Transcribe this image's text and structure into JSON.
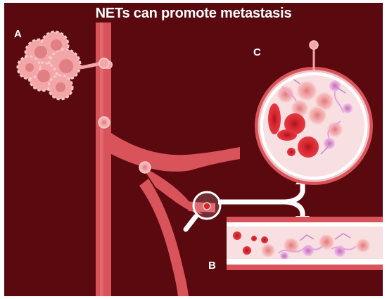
{
  "title": "NETs can promote metastasis",
  "panels": {
    "a": "A",
    "b": "B",
    "c": "C"
  },
  "colors": {
    "background": "#5a0a0f",
    "vessel": "#d9535a",
    "vessel_highlight": "#e47278",
    "vessel_lumen": "#f6d9dc",
    "tumor_cell": "#f0a5a6",
    "red_blood_cell": "#d8262f",
    "net_fibers": "#e6a4d8",
    "arrow": "#ffffff"
  },
  "icons": [
    "tumor-cluster-icon",
    "magnifier-icon",
    "red-blood-cell-icon",
    "neutrophil-icon",
    "net-fiber-icon"
  ]
}
